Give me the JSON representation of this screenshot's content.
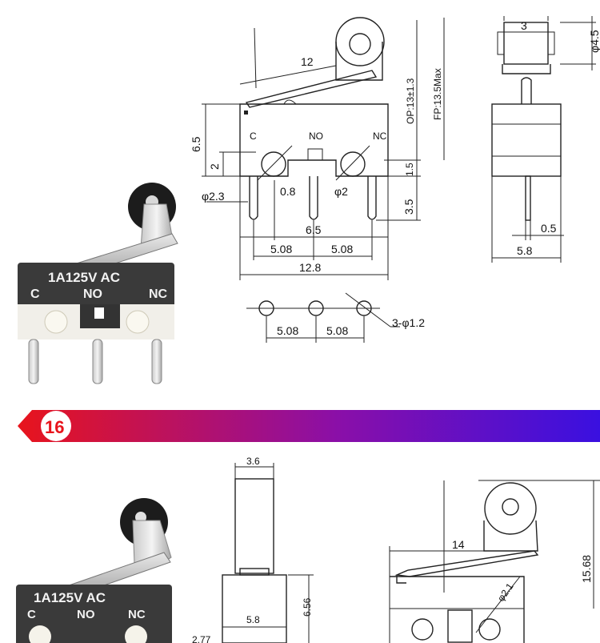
{
  "top_drawing": {
    "labels": {
      "lever_len": "12",
      "op": "OP:13±1.3",
      "fp": "FP:13.5Max",
      "c": "C",
      "no": "NO",
      "nc": "NC",
      "h65": "6.5",
      "h2": "2",
      "d23": "φ2.3",
      "w08": "0.8",
      "d2": "φ2",
      "h15": "1.5",
      "h35": "3.5",
      "w65": "6.5",
      "w508a": "5.08",
      "w508b": "5.08",
      "w128": "12.8",
      "side_w3": "3",
      "side_d45": "φ4.5",
      "side_05": "0.5",
      "side_58": "5.8",
      "hole_508a": "5.08",
      "hole_508b": "5.08",
      "holes": "3-φ1.2"
    },
    "photo_text": {
      "rating": "1A125V AC",
      "c": "C",
      "no": "NO",
      "nc": "NC"
    }
  },
  "banner": {
    "number": "16",
    "gradient": [
      "#e8141c",
      "#8a0fa8",
      "#3a10e0"
    ]
  },
  "bottom_drawing": {
    "labels": {
      "w36": "3.6",
      "h656": "6.56",
      "w58": "5.8",
      "partial": "2.77",
      "lever14": "14",
      "h1568": "15.68",
      "d21": "φ2.1"
    },
    "photo_text": {
      "rating": "1A125V AC",
      "c": "C",
      "no": "NO",
      "nc": "NC"
    }
  }
}
